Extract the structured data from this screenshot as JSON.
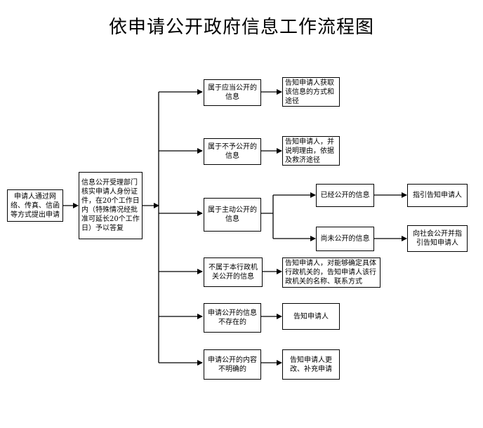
{
  "title": "依申请公开政府信息工作流程图",
  "nodes": {
    "start": "申请人通过网络、传真、信函等方式提出申请",
    "accept": "信息公开受理部门核实申请人身份证件，在20个工作日内（特殊情况经批准可延长20个工作日）予以答复",
    "b1": "属于应当公开的信息",
    "b1_out": "告知申请人获取该信息的方式和途径",
    "b2": "属于不予公开的信息",
    "b2_out": "告知申请人，并说明理由，依据及救济途径",
    "b3": "属于主动公开的信息",
    "b3a": "已经公开的信息",
    "b3a_out": "指引告知申请人",
    "b3b": "尚未公开的信息",
    "b3b_out": "向社会公开并指引告知申请人",
    "b4": "不属于本行政机关公开的信息",
    "b4_out": "告知申请人，对能够确定具体行政机关的，告知申请人该行政机关的名称、联系方式",
    "b5": "申请公开的信息不存在的",
    "b5_out": "告知申请人",
    "b6": "申请公开的内容不明确的",
    "b6_out": "告知申请人更改、补充申请"
  }
}
